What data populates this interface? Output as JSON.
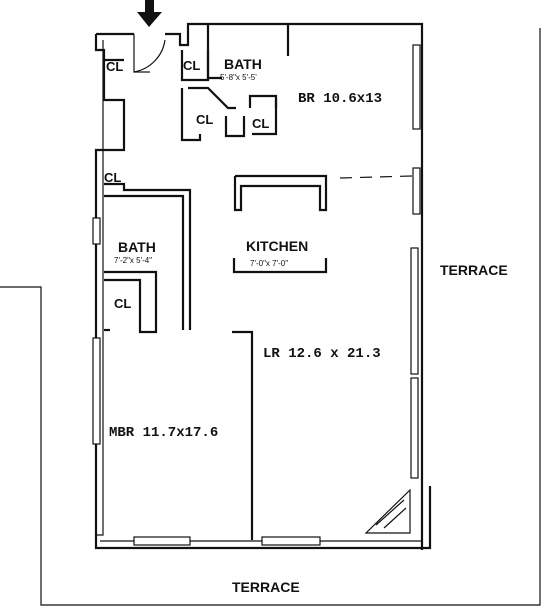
{
  "rooms": {
    "bath_top": {
      "name": "BATH",
      "size": "5'-8\"x 5'-5'"
    },
    "br": {
      "label": "BR 10.6x13"
    },
    "kitchen": {
      "name": "KITCHEN",
      "size": "7'-0\"x 7'-0\""
    },
    "bath_mid": {
      "name": "BATH",
      "size": "7'-2\"x 5'-4\""
    },
    "lr": {
      "label": "LR 12.6 x 21.3"
    },
    "mbr": {
      "label": "MBR 11.7x17.6"
    }
  },
  "closets": {
    "cl_entry": "CL",
    "cl_hall": "CL",
    "cl_bath1": "CL",
    "cl_bath2": "CL",
    "cl_left": "CL",
    "cl_mbr": "CL"
  },
  "terrace": {
    "right": "TERRACE",
    "bottom": "TERRACE"
  },
  "icons": {
    "entry": "down-arrow-icon"
  }
}
